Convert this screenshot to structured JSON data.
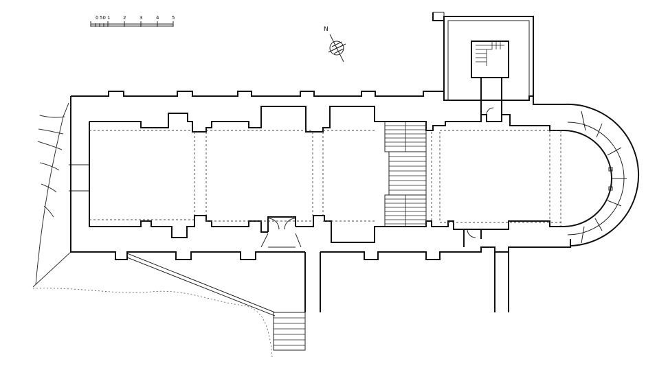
{
  "scale_bar": {
    "labels": [
      "0",
      "50",
      "1",
      "2",
      "3",
      "4",
      "5"
    ]
  },
  "north_arrow": {
    "label": "N"
  },
  "colors": {
    "ink": "#111111",
    "paper": "#ffffff"
  }
}
